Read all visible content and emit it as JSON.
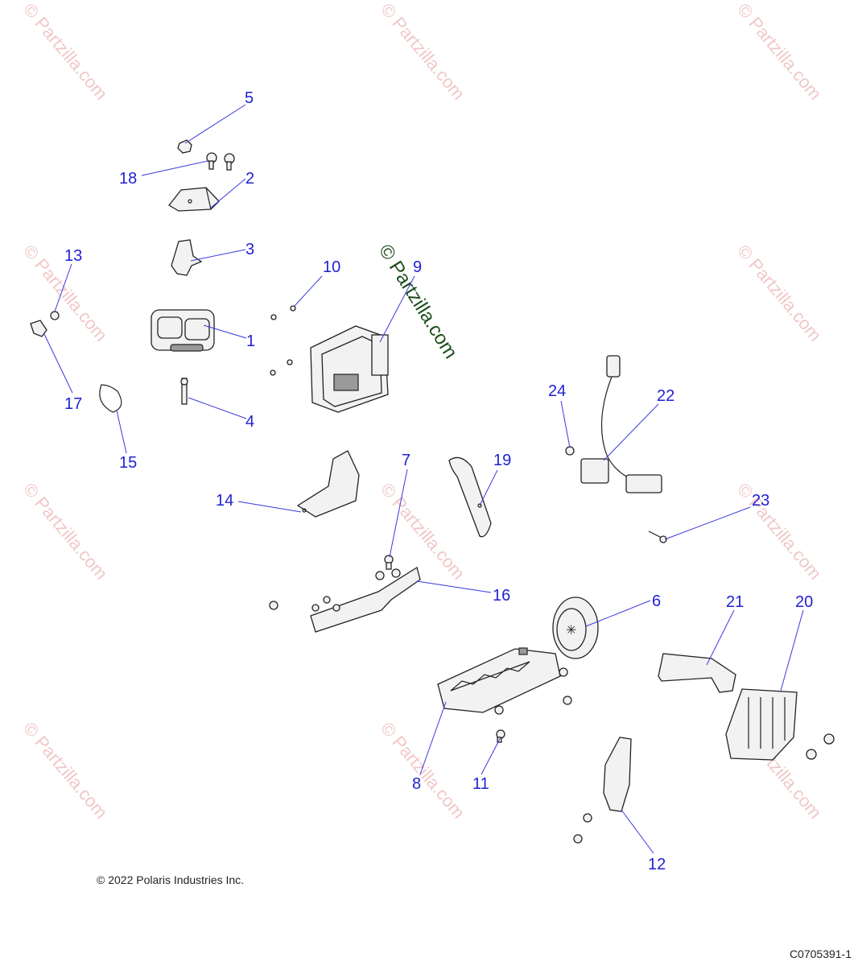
{
  "watermark": {
    "text": "© Partzilla.com",
    "center_text": "© Partzilla.com"
  },
  "callouts": [
    {
      "id": "1",
      "label": "1"
    },
    {
      "id": "2",
      "label": "2"
    },
    {
      "id": "3",
      "label": "3"
    },
    {
      "id": "4",
      "label": "4"
    },
    {
      "id": "5",
      "label": "5"
    },
    {
      "id": "6",
      "label": "6"
    },
    {
      "id": "7",
      "label": "7"
    },
    {
      "id": "8",
      "label": "8"
    },
    {
      "id": "9",
      "label": "9"
    },
    {
      "id": "10",
      "label": "10"
    },
    {
      "id": "11",
      "label": "11"
    },
    {
      "id": "12",
      "label": "12"
    },
    {
      "id": "13",
      "label": "13"
    },
    {
      "id": "14",
      "label": "14"
    },
    {
      "id": "15",
      "label": "15"
    },
    {
      "id": "16",
      "label": "16"
    },
    {
      "id": "17",
      "label": "17"
    },
    {
      "id": "18",
      "label": "18"
    },
    {
      "id": "19",
      "label": "19"
    },
    {
      "id": "20",
      "label": "20"
    },
    {
      "id": "21",
      "label": "21"
    },
    {
      "id": "22",
      "label": "22"
    },
    {
      "id": "23",
      "label": "23"
    },
    {
      "id": "24",
      "label": "24"
    }
  ],
  "footer": {
    "copyright": "© 2022 Polaris Industries Inc.",
    "diagram_code": "C0705391-1"
  },
  "colors": {
    "callout": "#1f1fd6",
    "watermark": "#f1c7c7",
    "center_watermark": "#1d4d1d"
  }
}
